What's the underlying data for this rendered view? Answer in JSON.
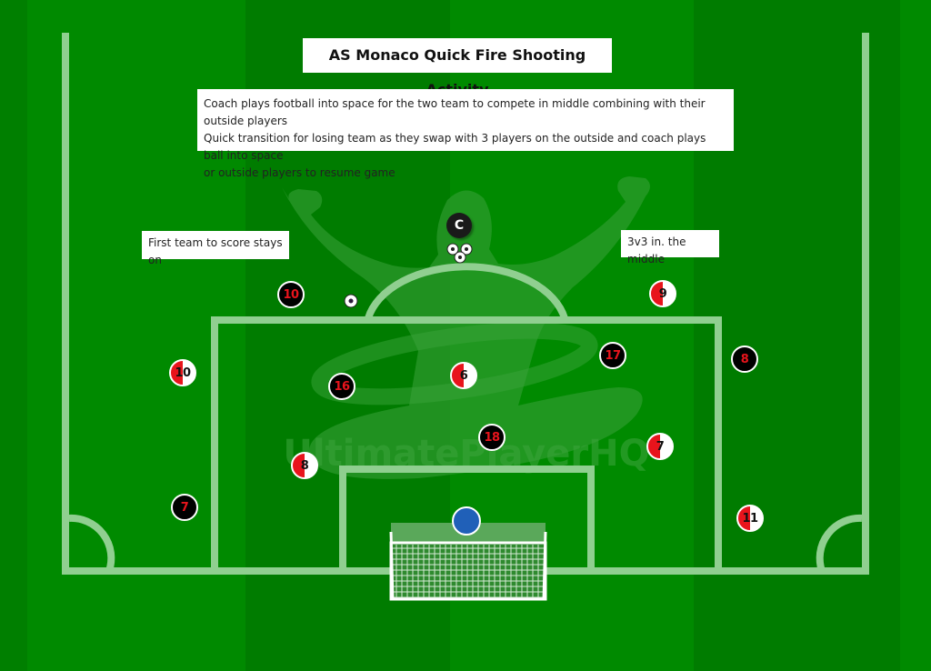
{
  "title": "AS Monaco Quick Fire Shooting Activity",
  "description_lines": [
    "Coach plays football into space for the two team to compete in middle combining with their outside players",
    "Quick transition for losing team as they swap with 3 players on the outside and coach plays ball into space",
    "or outside players to resume game"
  ],
  "notes": {
    "left": "First team to score stays on",
    "right": "3v3 in. the middle"
  },
  "watermark": "UltimatePlayerHQ",
  "colors": {
    "grass_light": "#008a00",
    "grass_dark": "#007a00",
    "line": "#8fce8f",
    "team_black": "#000000",
    "team_number_red": "#e8141c",
    "team_split_red": "#e8141c",
    "keeper": "#2060b8"
  },
  "coach": {
    "label": "C"
  },
  "players": {
    "black_team": [
      {
        "number": "10",
        "role": "outside"
      },
      {
        "number": "16",
        "role": "middle"
      },
      {
        "number": "17",
        "role": "middle"
      },
      {
        "number": "18",
        "role": "middle"
      },
      {
        "number": "8",
        "role": "outside"
      },
      {
        "number": "7",
        "role": "outside"
      }
    ],
    "red_white_team": [
      {
        "number": "9",
        "role": "outside"
      },
      {
        "number": "10",
        "role": "outside"
      },
      {
        "number": "6",
        "role": "middle"
      },
      {
        "number": "8",
        "role": "middle"
      },
      {
        "number": "7",
        "role": "middle"
      },
      {
        "number": "11",
        "role": "outside"
      }
    ]
  },
  "goalkeeper": {
    "team": "neutral",
    "color": "blue"
  },
  "balls": {
    "loose": 1,
    "pile": 3
  }
}
